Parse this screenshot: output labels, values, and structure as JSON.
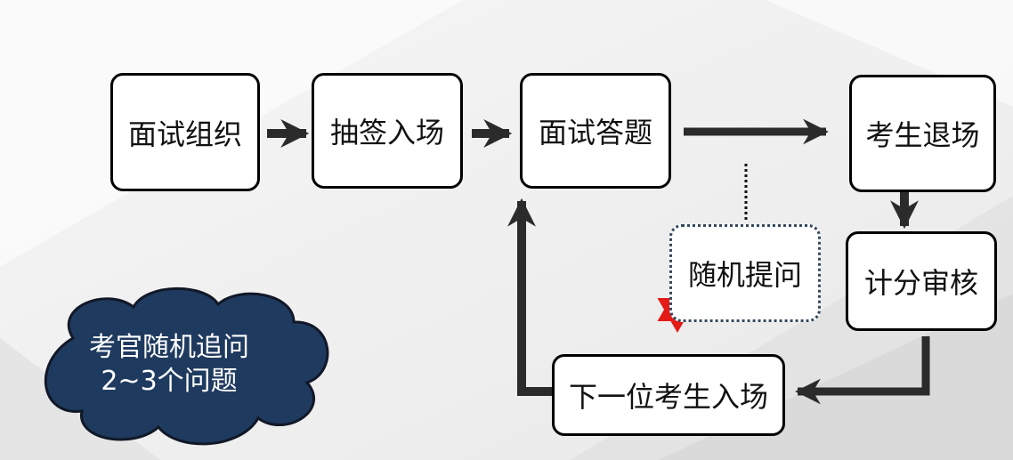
{
  "nodes": {
    "interview_organize": "面试组织",
    "draw_enter": "抽签入场",
    "interview_answer": "面试答题",
    "candidate_exit": "考生退场",
    "random_question": "随机提问",
    "score_review": "计分审核",
    "next_candidate": "下一位考生入场"
  },
  "cloud": {
    "line1": "考官随机追问",
    "line2": "2~3个问题"
  },
  "colors": {
    "arrow": "#2b2b2b",
    "cloud_fill": "#1f3a5f",
    "cloud_stroke": "#111827",
    "star": "#e41b17",
    "box_border": "#000000"
  }
}
